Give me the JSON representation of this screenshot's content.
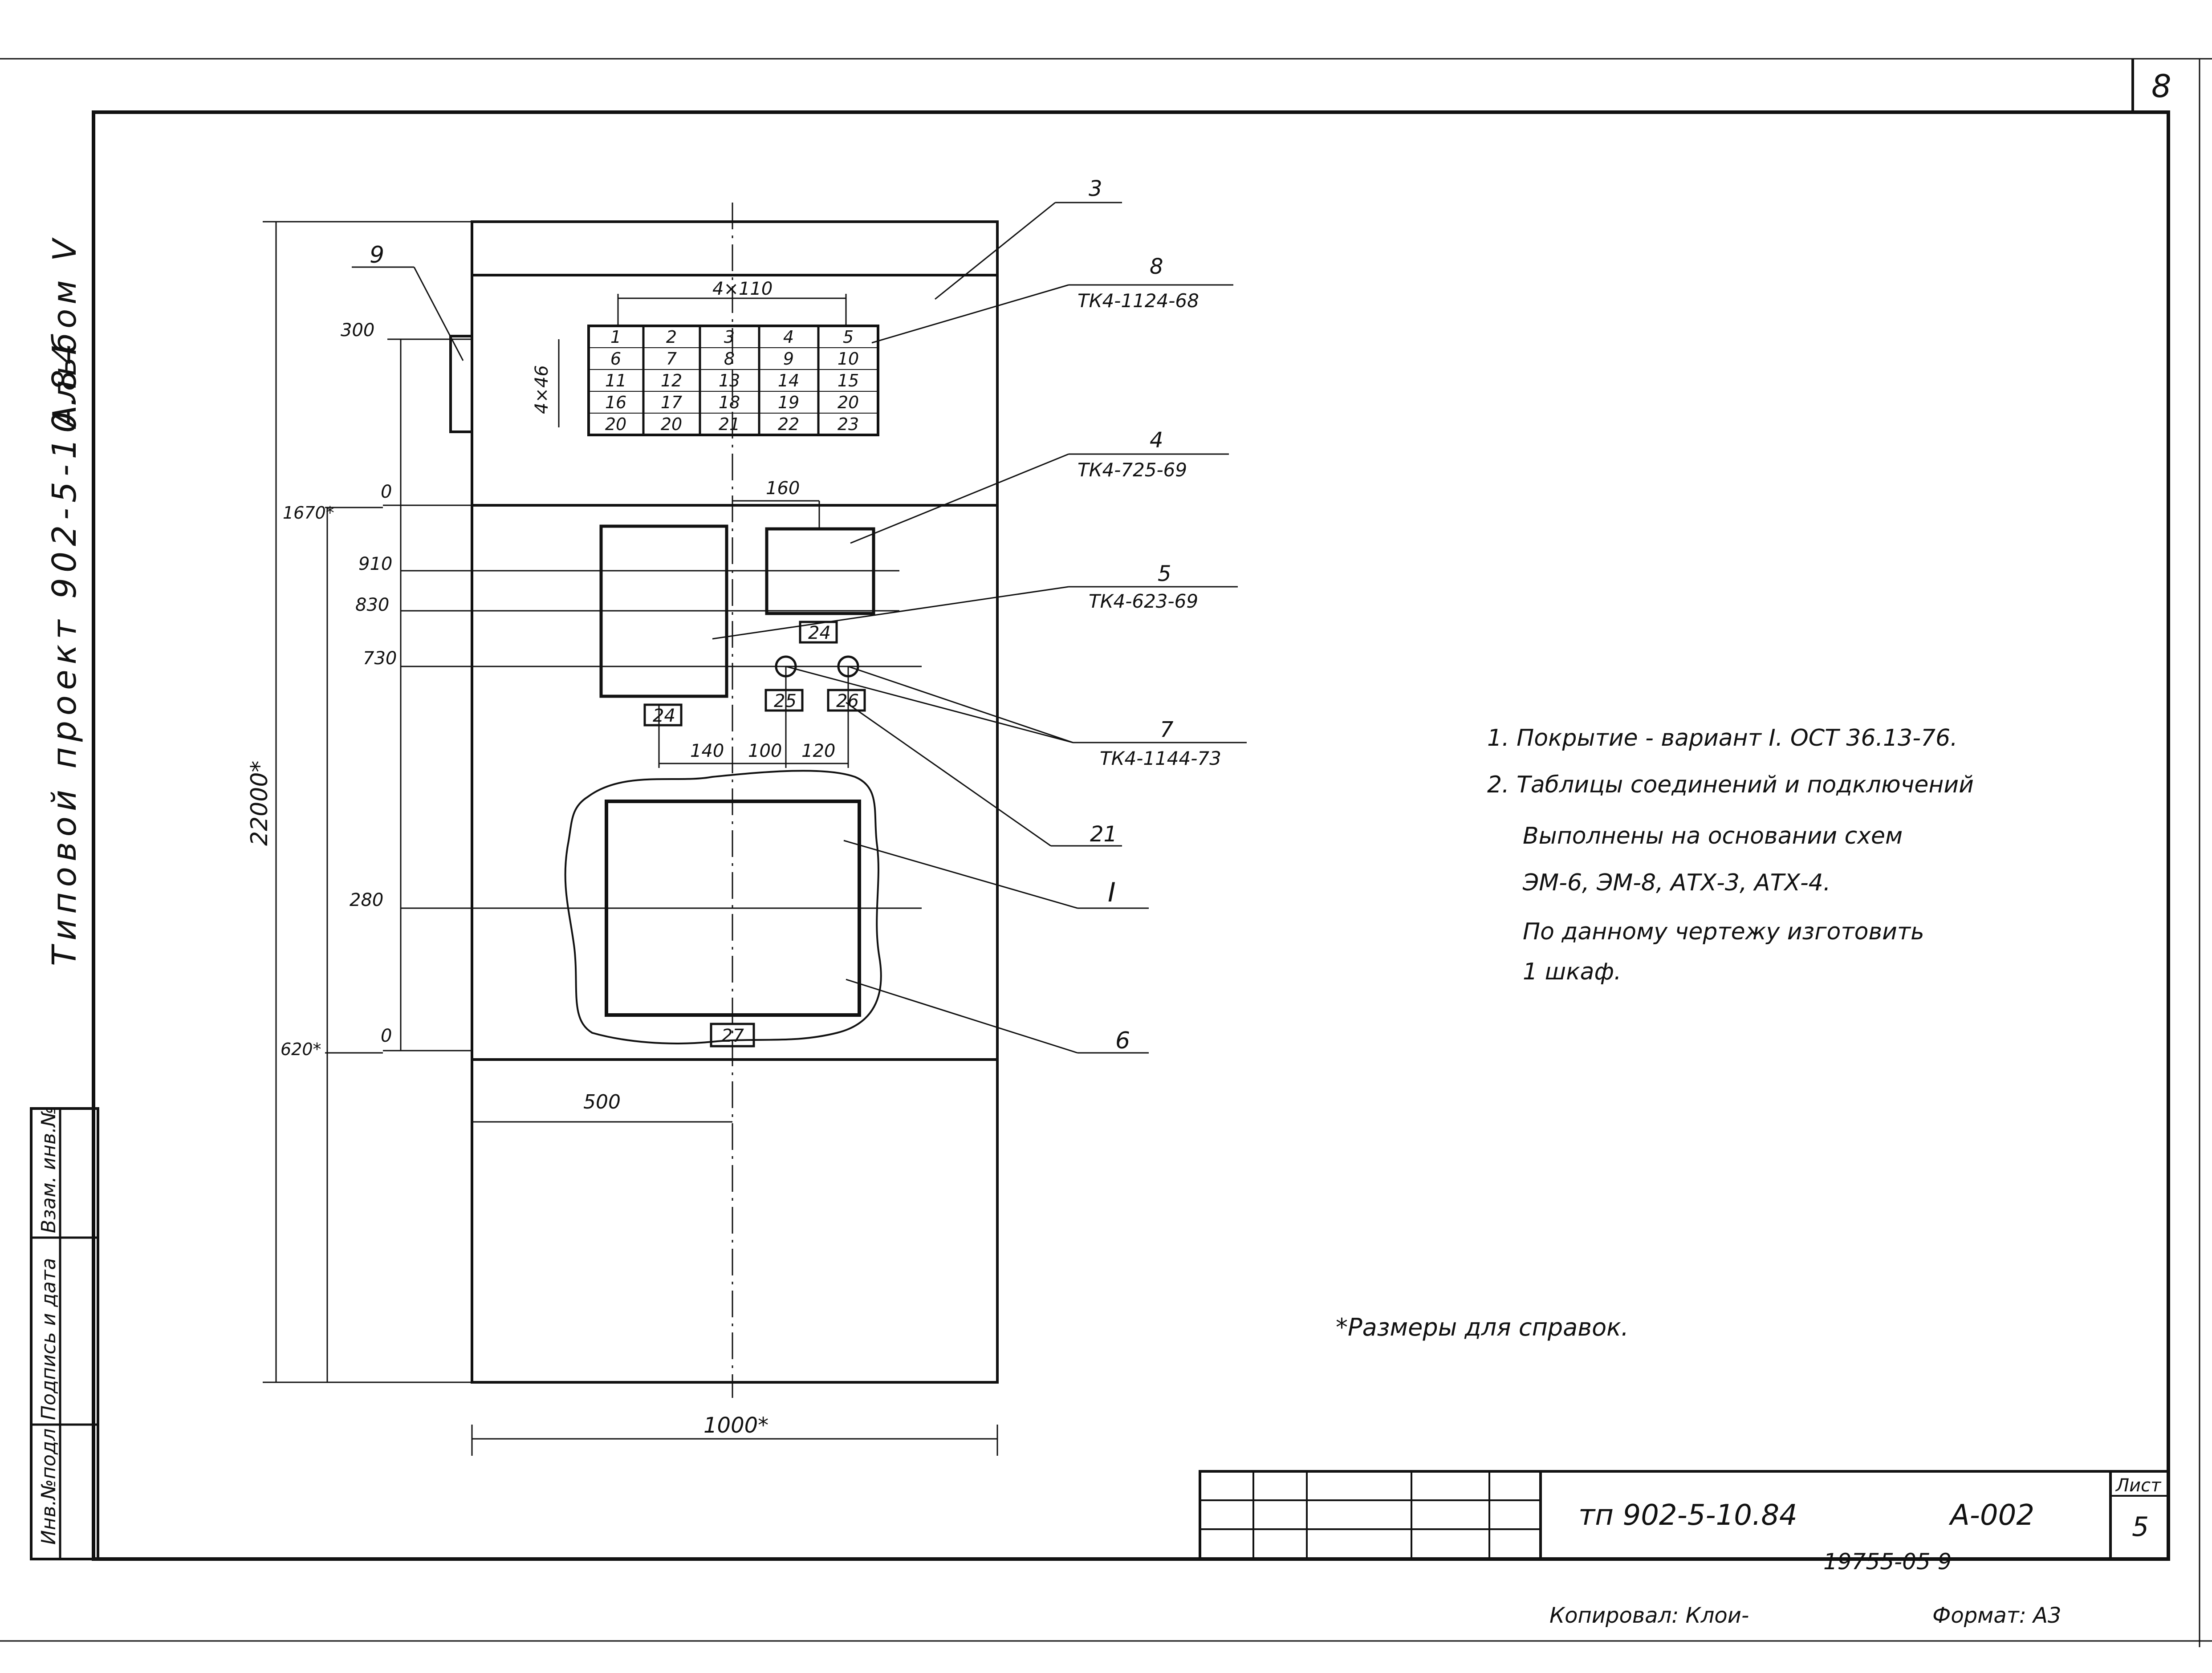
{
  "sheet": {
    "corner_number": "8",
    "album": "Альбом Ⅴ",
    "project_vertical": "Типовой проект 902-5-10.84"
  },
  "side_stamp": {
    "inv_podl": "Инв.№подл",
    "podpis_data": "Подпись и дата",
    "vzam_inv": "Взам. инв.№"
  },
  "dimensions": {
    "total_height": "22000*",
    "total_width": "1000*",
    "panel_step": "4×110",
    "row_step": "4×46",
    "left_500": "500",
    "gap_160": "160",
    "gap_140": "140",
    "gap_100": "100",
    "gap_120": "120",
    "d300": "300",
    "d0_top": "0",
    "d1670": "1670*",
    "d910": "910",
    "d830": "830",
    "d730": "730",
    "d280": "280",
    "d0_bottom": "0",
    "d620": "620*"
  },
  "terminal_table": [
    [
      "1",
      "2",
      "3",
      "4",
      "5"
    ],
    [
      "6",
      "7",
      "8",
      "9",
      "10"
    ],
    [
      "11",
      "12",
      "13",
      "14",
      "15"
    ],
    [
      "16",
      "17",
      "18",
      "19",
      "20"
    ],
    [
      "20",
      "20",
      "21",
      "22",
      "23"
    ]
  ],
  "tags": {
    "t24a": "24",
    "t24b": "24",
    "t25": "25",
    "t26": "26",
    "t27": "27"
  },
  "callouts": {
    "c3": "3",
    "c8": "8",
    "c8_ref": "ТК4-1124-68",
    "c4": "4",
    "c4_ref": "ТК4-725-69",
    "c5": "5",
    "c5_ref": "ТК4-623-69",
    "c7": "7",
    "c7_ref": "ТК4-1144-73",
    "c21": "21",
    "cI": "I",
    "c6": "6",
    "c9": "9"
  },
  "notes": [
    "1. Покрытие - вариант I. ОСТ 36.13-76.",
    "2. Таблицы соединений и подключений",
    "Выполнены на основании схем",
    "ЭМ-6, ЭМ-8, АТХ-3, АТХ-4.",
    "По данному чертежу изготовить",
    "1 шкаф."
  ],
  "reference_note": "*Размеры для справок.",
  "title_block": {
    "designation": "тп 902-5-10.84",
    "code": "А-002",
    "sheet_label": "Лист",
    "sheet_number": "5"
  },
  "footer": {
    "archive_number": "19755-05 9",
    "copied_by": "Копировал: Клои-",
    "format": "Формат: А3"
  }
}
